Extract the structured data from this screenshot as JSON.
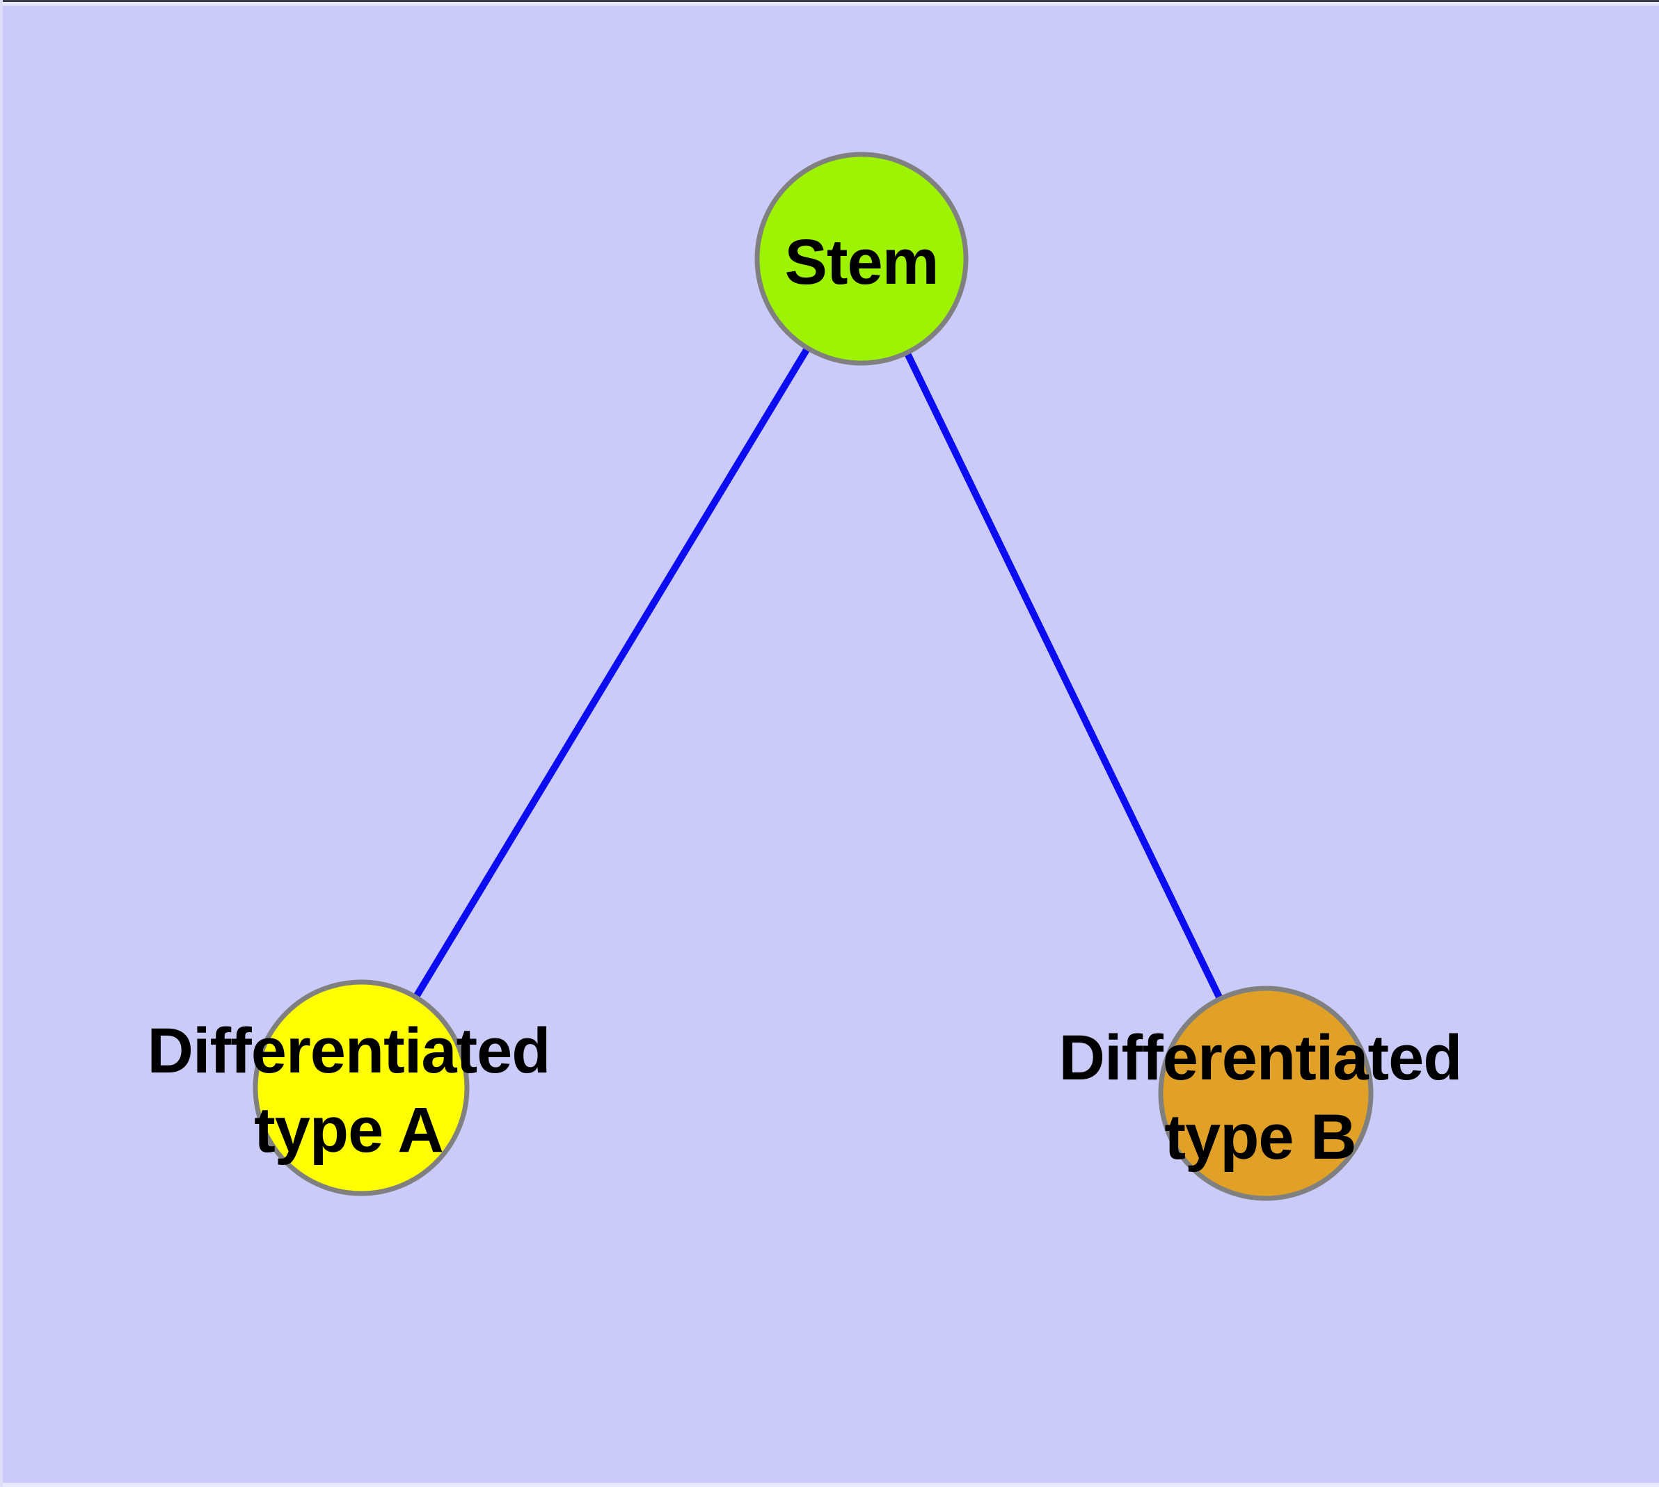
{
  "figure": {
    "kind": "node-link diagram",
    "description": "Stem cell differentiation graph: one stem node linked to two differentiated cell-type nodes",
    "background_color": "#CBCBF9"
  },
  "graph": {
    "nodes": [
      {
        "id": "stem",
        "label": "Stem",
        "label_line1": "Stem",
        "label_line2": "",
        "fill": "#9DF300",
        "border": "#808080"
      },
      {
        "id": "type-a",
        "label": "Differentiated type A",
        "label_line1": "Differentiated",
        "label_line2": "type A",
        "fill": "#FEFE00",
        "border": "#808080"
      },
      {
        "id": "type-b",
        "label": "Differentiated type B",
        "label_line1": "Differentiated",
        "label_line2": "type B",
        "fill": "#E1A127",
        "border": "#808080"
      }
    ],
    "edges": [
      {
        "from": "stem",
        "to": "type-a"
      },
      {
        "from": "stem",
        "to": "type-b"
      }
    ],
    "style": {
      "edge_color": "#0C0CF0",
      "node_border_color": "#808080",
      "label_color": "#000000"
    }
  },
  "chart_data": {
    "type": "table",
    "title": "",
    "nodes": [
      "Stem",
      "Differentiated type A",
      "Differentiated type B"
    ],
    "links": [
      [
        "Stem",
        "Differentiated type A"
      ],
      [
        "Stem",
        "Differentiated type B"
      ]
    ]
  }
}
